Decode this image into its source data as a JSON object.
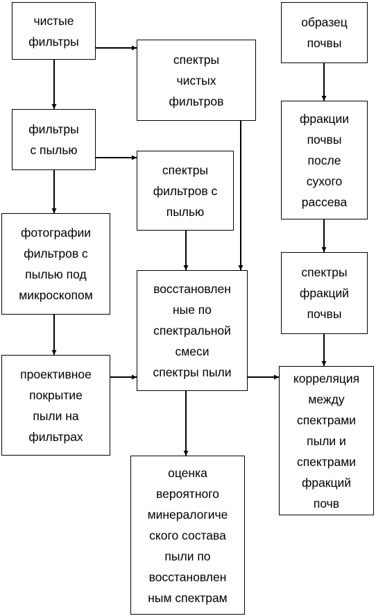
{
  "nodes": {
    "clean_filters": "чистые\nфильтры",
    "clean_spectra": "спектры\nчистых\nфильтров",
    "soil_sample": "образец\nпочвы",
    "dusty_filters": "фильтры\nс пылью",
    "dusty_spectra": "спектры\nфильтров с\nпылью",
    "soil_fractions": "фракции\nпочвы\nпосле\nсухого\nрассева",
    "micro_photos": "фотографии\nфильтров с\nпылью под\nмикроскопом",
    "restored_spectra": "восстановлен\nные по\nспектральной\nсмеси\nспектры пыли",
    "fraction_spectra": "спектры\nфракций\nпочвы",
    "projective_cover": "проективное\nпокрытие\nпыли на\nфильтрах",
    "correlation": "корреляция\nмежду\nспектрами\nпыли и\nспектрами\nфракций\nпочв",
    "mineral_estimate": "оценка\nвероятного\nминералогиче\nского состава\nпыли по\nвосстановлен\nным спектрам"
  },
  "edges": [
    {
      "from": "clean_filters",
      "to": "clean_spectra"
    },
    {
      "from": "clean_filters",
      "to": "dusty_filters"
    },
    {
      "from": "soil_sample",
      "to": "soil_fractions"
    },
    {
      "from": "dusty_filters",
      "to": "dusty_spectra"
    },
    {
      "from": "dusty_filters",
      "to": "micro_photos"
    },
    {
      "from": "clean_spectra",
      "to": "restored_spectra"
    },
    {
      "from": "dusty_spectra",
      "to": "restored_spectra"
    },
    {
      "from": "soil_fractions",
      "to": "fraction_spectra"
    },
    {
      "from": "micro_photos",
      "to": "projective_cover"
    },
    {
      "from": "projective_cover",
      "to": "restored_spectra"
    },
    {
      "from": "fraction_spectra",
      "to": "correlation"
    },
    {
      "from": "restored_spectra",
      "to": "correlation"
    },
    {
      "from": "restored_spectra",
      "to": "mineral_estimate"
    }
  ],
  "colors": {
    "stroke": "#000000",
    "fill": "#ffffff",
    "text": "#000000"
  }
}
